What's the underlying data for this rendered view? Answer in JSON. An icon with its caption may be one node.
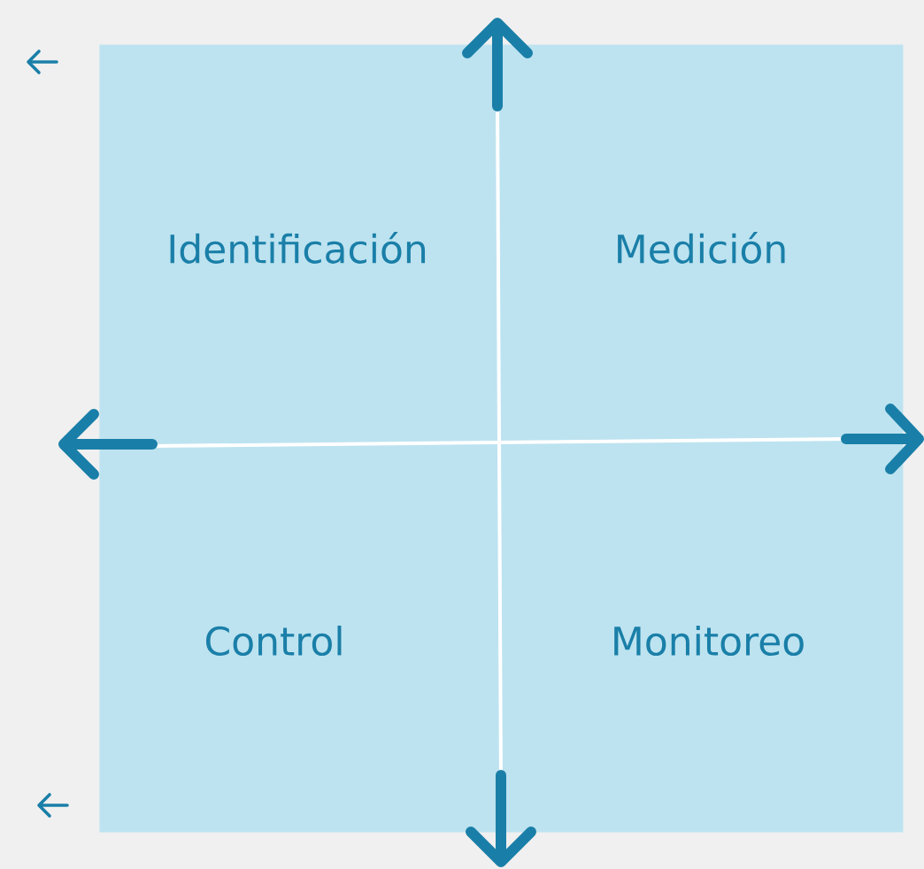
{
  "diagram": {
    "nodes": [
      {
        "text": [
          "Identificación",
          "Medición",
          "Control",
          "Monitoreo"
        ]
      }
    ]
  }
}
